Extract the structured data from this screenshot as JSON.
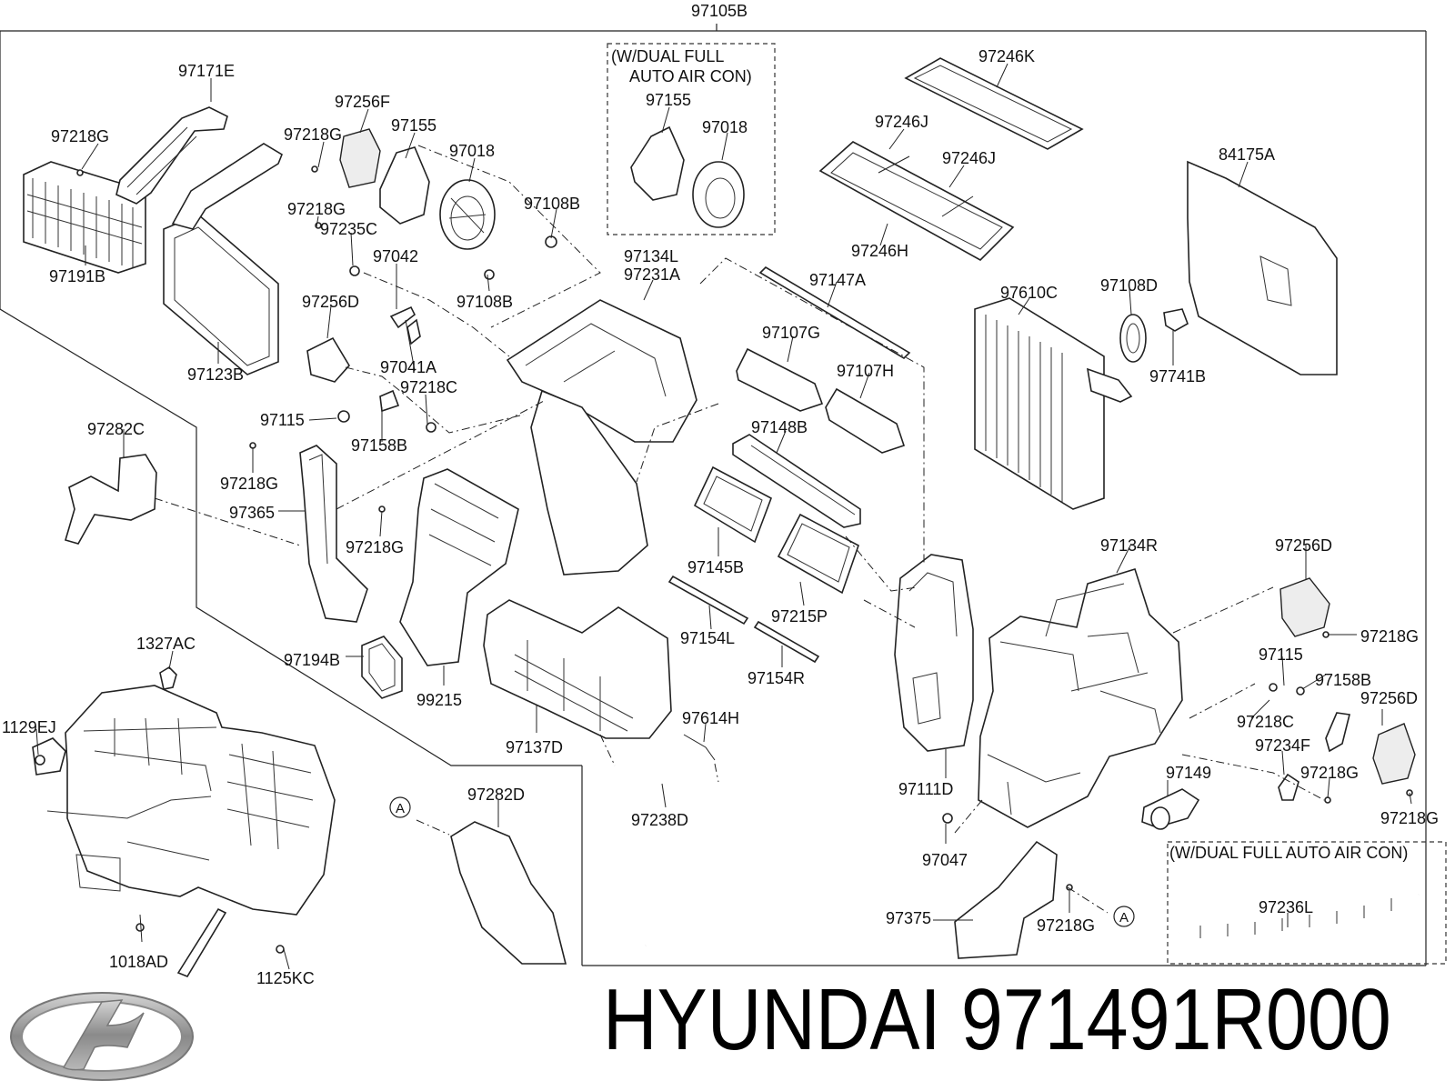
{
  "diagram": {
    "assembly_label": "97105B",
    "notes": [
      {
        "id": "note-top",
        "lines": [
          "(W/DUAL FULL",
          "AUTO AIR CON)"
        ]
      },
      {
        "id": "note-right",
        "lines": [
          "(W/DUAL FULL AUTO AIR CON)"
        ]
      }
    ],
    "ref_marker": "A",
    "part_labels": [
      "97171E",
      "97256F",
      "97155",
      "97018",
      "97218G",
      "97218G",
      "97155",
      "97018",
      "97246K",
      "97246J",
      "97246J",
      "84175A",
      "97246H",
      "97191B",
      "97123B",
      "97218G",
      "97235C",
      "97042",
      "97108B",
      "97108B",
      "97134L",
      "97231A",
      "97147A",
      "97256D",
      "97041A",
      "97218C",
      "97107G",
      "97610C",
      "97108D",
      "97741B",
      "97107H",
      "97115",
      "97158B",
      "97282C",
      "97148B",
      "97218G",
      "97365",
      "97218G",
      "97145B",
      "97215P",
      "97134R",
      "97256D",
      "97218G",
      "97154L",
      "97154R",
      "1327AC",
      "97194B",
      "99215",
      "97115",
      "97158B",
      "97256D",
      "1129EJ",
      "97137D",
      "97614H",
      "97218C",
      "97234F",
      "97111D",
      "97149",
      "97218G",
      "97218G",
      "97282D",
      "97238D",
      "97047",
      "97236L",
      "97375",
      "97218G",
      "1018AD",
      "1125KC"
    ]
  },
  "brand": {
    "name": "HYUNDAI",
    "part_number": "971491R000"
  }
}
